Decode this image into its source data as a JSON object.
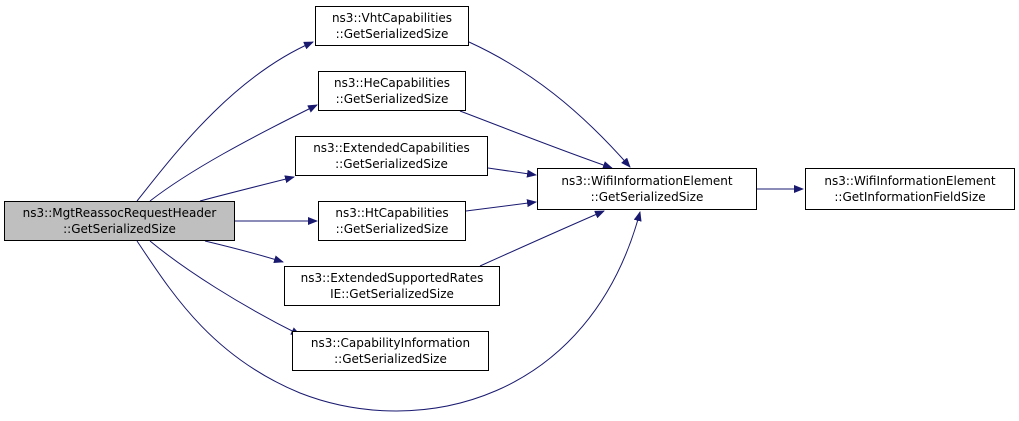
{
  "colors": {
    "edge": "#191970",
    "root_fill": "#bfbfbf",
    "node_fill": "#ffffff",
    "border": "#000000"
  },
  "nodes": {
    "root": {
      "line1": "ns3::MgtReassocRequestHeader",
      "line2": "::GetSerializedSize"
    },
    "vht": {
      "line1": "ns3::VhtCapabilities",
      "line2": "::GetSerializedSize"
    },
    "he": {
      "line1": "ns3::HeCapabilities",
      "line2": "::GetSerializedSize"
    },
    "extcap": {
      "line1": "ns3::ExtendedCapabilities",
      "line2": "::GetSerializedSize"
    },
    "ht": {
      "line1": "ns3::HtCapabilities",
      "line2": "::GetSerializedSize"
    },
    "extrates": {
      "line1": "ns3::ExtendedSupportedRates",
      "line2": "IE::GetSerializedSize"
    },
    "capinfo": {
      "line1": "ns3::CapabilityInformation",
      "line2": "::GetSerializedSize"
    },
    "wifiie": {
      "line1": "ns3::WifiInformationElement",
      "line2": "::GetSerializedSize"
    },
    "wifiiefield": {
      "line1": "ns3::WifiInformationElement",
      "line2": "::GetInformationFieldSize"
    }
  },
  "edges": [
    [
      "root",
      "vht"
    ],
    [
      "root",
      "he"
    ],
    [
      "root",
      "extcap"
    ],
    [
      "root",
      "ht"
    ],
    [
      "root",
      "extrates"
    ],
    [
      "root",
      "capinfo"
    ],
    [
      "root",
      "wifiie"
    ],
    [
      "vht",
      "wifiie"
    ],
    [
      "he",
      "wifiie"
    ],
    [
      "extcap",
      "wifiie"
    ],
    [
      "ht",
      "wifiie"
    ],
    [
      "extrates",
      "wifiie"
    ],
    [
      "wifiie",
      "wifiiefield"
    ]
  ]
}
